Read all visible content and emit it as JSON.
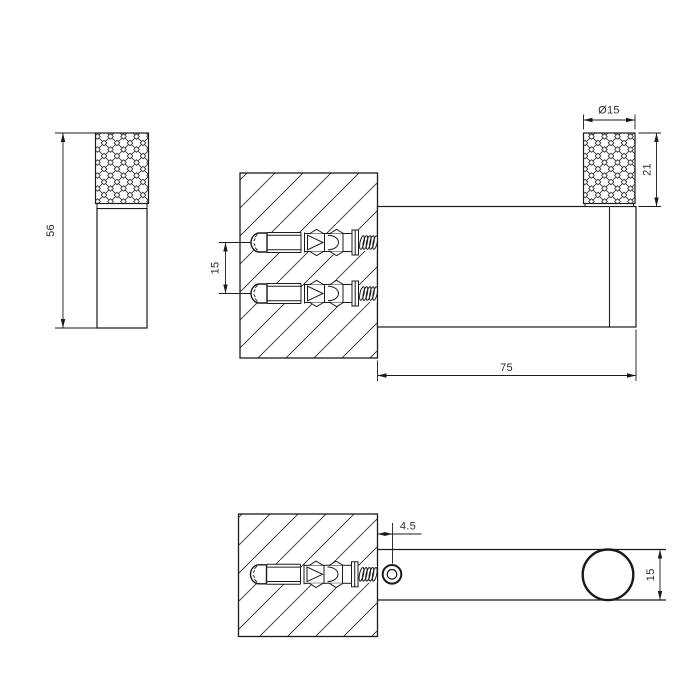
{
  "drawing": {
    "type": "installation-dimension-drawing",
    "views": {
      "front_view": "knurled cylindrical hook, front elevation",
      "side_section": "wall section with two expansion anchors and hook body",
      "top_section": "wall section with one expansion anchor, screw head and hook arm"
    },
    "dimensions": {
      "front_height": "56",
      "hole_spacing": "15",
      "knob_diameter": "Ø15",
      "knob_height": "21",
      "projection": "75",
      "screw_offset": "4.5",
      "arm_diameter": "15"
    },
    "colors": {
      "line": "#1b1b1b",
      "text": "#2b2b2b",
      "background": "#ffffff"
    }
  }
}
